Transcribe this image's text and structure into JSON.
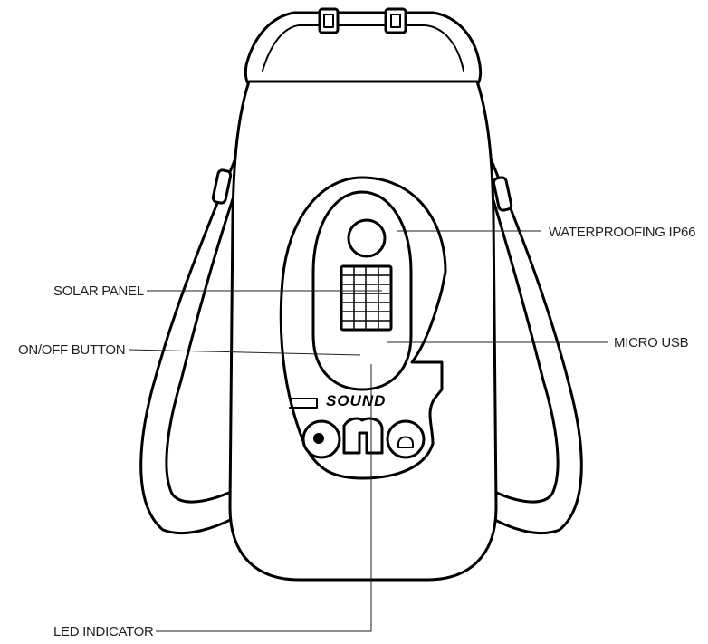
{
  "brand": {
    "logo_text": "SOUND"
  },
  "callouts": {
    "waterproofing": "WATERPROOFING IP66",
    "solar_panel": "SOLAR PANEL",
    "micro_usb": "MICRO USB",
    "on_off_button": "ON/OFF BUTTON",
    "led_indicator": "LED INDICATOR"
  }
}
